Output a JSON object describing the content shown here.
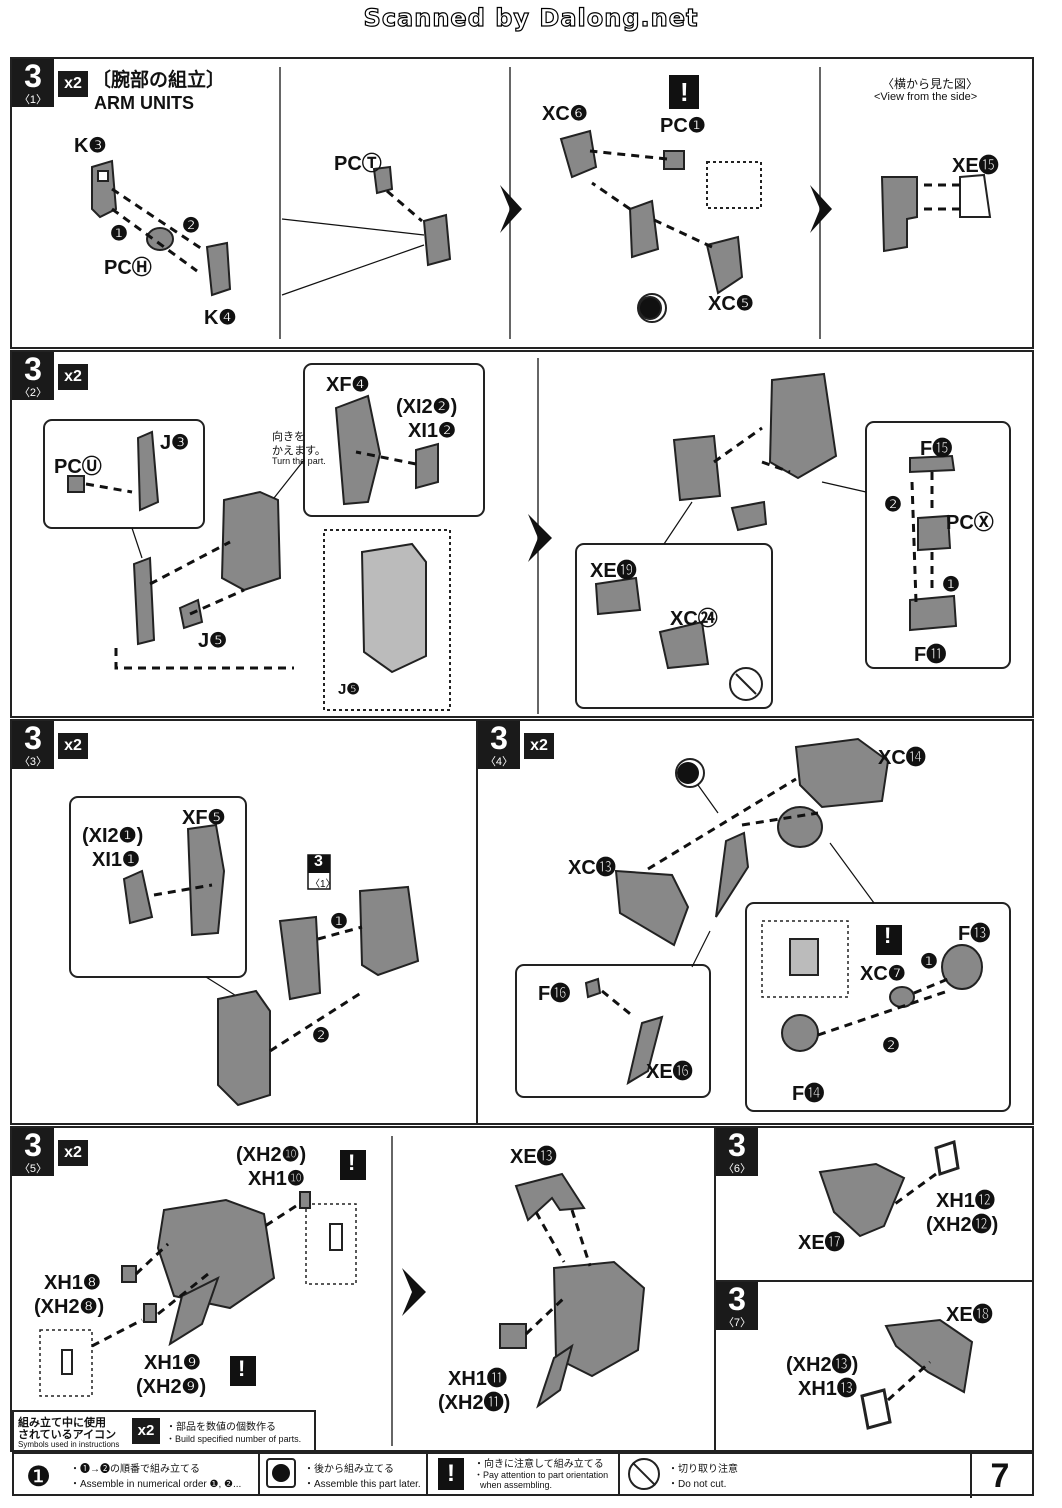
{
  "scan_credit": "Scanned by Dalong.net",
  "step1": {
    "num": "3",
    "sub": "〈1〉",
    "multiplier": "x2",
    "title_jp": "〔腕部の組立〕",
    "title_en": "ARM UNITS",
    "labels": {
      "k3": "K❸",
      "k4": "K❹",
      "pch": "PCⒽ",
      "pct": "PCⓉ",
      "xc6": "XC❻",
      "pc1": "PC❶",
      "xc5": "XC❺",
      "xe15": "XE⓯",
      "side_jp": "〈横から見た図〉",
      "side_en": "<View from the side>",
      "n1": "❶",
      "n2": "❷"
    }
  },
  "step2": {
    "num": "3",
    "sub": "〈2〉",
    "multiplier": "x2",
    "labels": {
      "pcu": "PCⓊ",
      "j3": "J❸",
      "j5": "J❺",
      "j5b": "J❺",
      "xf4": "XF❹",
      "xi22": "(XI2❷)",
      "xi12": "XI1❷",
      "turn_jp1": "向きを",
      "turn_jp2": "かえます。",
      "turn_en": "Turn the part.",
      "f15": "F⓯",
      "pcx": "PCⓍ",
      "f11": "F⓫",
      "xe19": "XE⓳",
      "xc24": "XC㉔",
      "n1": "❶",
      "n2": "❷"
    }
  },
  "step3": {
    "num": "3",
    "sub": "〈3〉",
    "multiplier": "x2",
    "labels": {
      "xi21": "(XI2❶)",
      "xi11": "XI1❶",
      "xf5": "XF❺",
      "ref_num": "3",
      "ref_sub": "〈1〉",
      "n1": "❶",
      "n2": "❷"
    }
  },
  "step4": {
    "num": "3",
    "sub": "〈4〉",
    "multiplier": "x2",
    "labels": {
      "xc14": "XC⓮",
      "xc13": "XC⓭",
      "f16": "F⓰",
      "xe16": "XE⓰",
      "xc7": "XC❼",
      "f13": "F⓭",
      "f14": "F⓮",
      "n1": "❶",
      "n2": "❷"
    }
  },
  "step5": {
    "num": "3",
    "sub": "〈5〉",
    "multiplier": "x2",
    "labels": {
      "xh210": "(XH2❿)",
      "xh110": "XH1❿",
      "xh18": "XH1❽",
      "xh28": "(XH2❽)",
      "xh19": "XH1❾",
      "xh29": "(XH2❾)",
      "xe13": "XE⓭",
      "xh111": "XH1⓫",
      "xh211": "(XH2⓫)"
    }
  },
  "step6": {
    "num": "3",
    "sub": "〈6〉",
    "labels": {
      "xh112": "XH1⓬",
      "xh212": "(XH2⓬)",
      "xe17": "XE⓱"
    }
  },
  "step7": {
    "num": "3",
    "sub": "〈7〉",
    "labels": {
      "xe18": "XE⓲",
      "xh213": "(XH2⓭)",
      "xh113": "XH1⓭"
    }
  },
  "legend": {
    "title_jp1": "組み立て中に使用",
    "title_jp2": "されているアイコン",
    "title_en": "Symbols used in instructions",
    "x2_icon": "x2",
    "x2_jp": "・部品を数値の個数作る",
    "x2_en": "・Build specified number of parts.",
    "order_icon": "❶",
    "order_jp": "・❶→❷の順番で組み立てる",
    "order_en": "・Assemble in numerical order ❶, ❷...",
    "later_jp": "・後から組み立てる",
    "later_en": "・Assemble this part later.",
    "attn_icon": "!",
    "attn_jp": "・向きに注意して組み立てる",
    "attn_en1": "・Pay attention to part orientation",
    "attn_en2": "when assembling.",
    "cut_jp": "・切り取り注意",
    "cut_en": "・Do not cut."
  },
  "page_number": "7"
}
